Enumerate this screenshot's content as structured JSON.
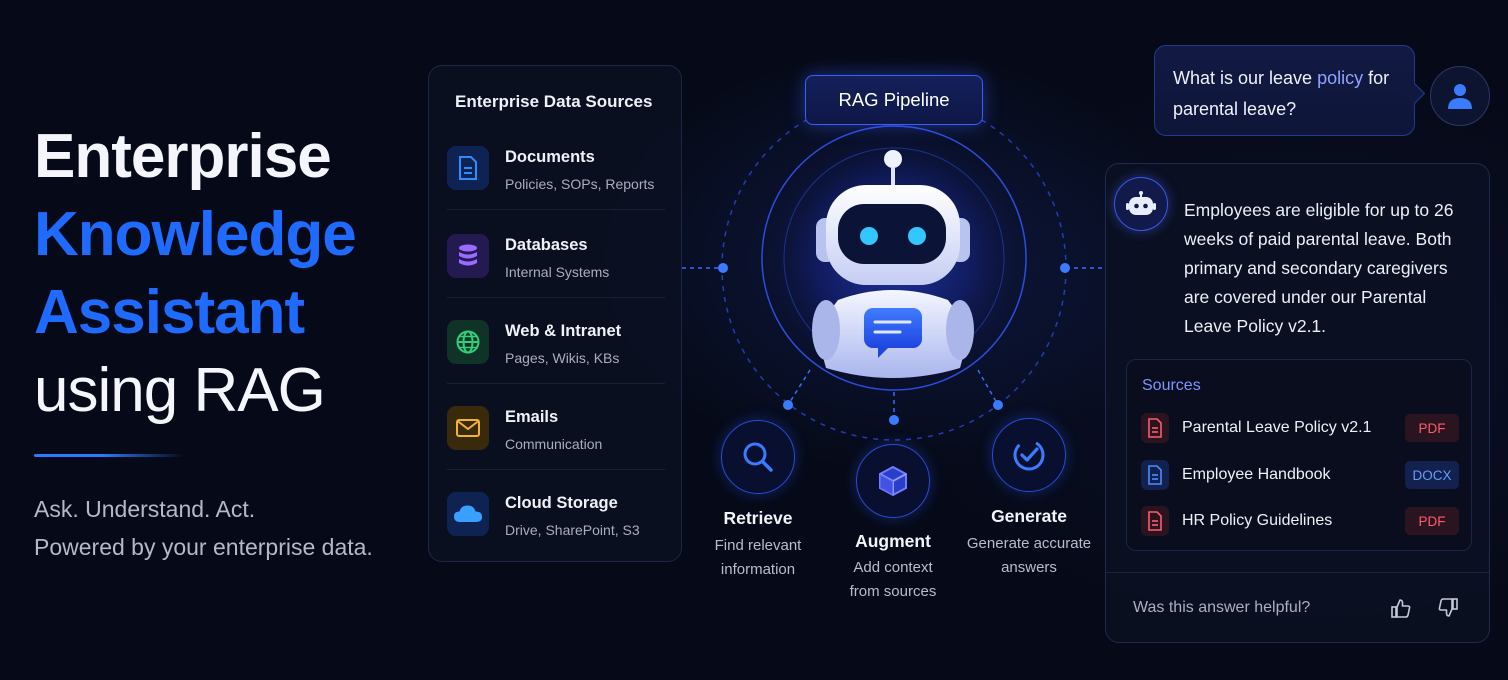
{
  "hero": {
    "line1": "Enterprise",
    "line2": "Knowledge",
    "line3": "Assistant",
    "line4": "using RAG",
    "tagline1": "Ask. Understand. Act.",
    "tagline2": "Powered by your enterprise data.",
    "accent": "#1f6bff"
  },
  "sources": {
    "title": "Enterprise Data Sources",
    "items": [
      {
        "name": "Documents",
        "sub": "Policies, SOPs, Reports",
        "icon": "document-icon",
        "color": "#2f8bff"
      },
      {
        "name": "Databases",
        "sub": "Internal Systems",
        "icon": "database-icon",
        "color": "#9b6bff"
      },
      {
        "name": "Web & Intranet",
        "sub": "Pages, Wikis, KBs",
        "icon": "globe-icon",
        "color": "#2fd07a"
      },
      {
        "name": "Emails",
        "sub": "Communication",
        "icon": "mail-icon",
        "color": "#f2b233"
      },
      {
        "name": "Cloud Storage",
        "sub": "Drive, SharePoint, S3",
        "icon": "cloud-icon",
        "color": "#3aa0ff"
      }
    ]
  },
  "pipeline": {
    "label": "RAG Pipeline",
    "steps": [
      {
        "title": "Retrieve",
        "desc1": "Find relevant",
        "desc2": "information",
        "icon": "magnifier-icon"
      },
      {
        "title": "Augment",
        "desc1": "Add context",
        "desc2": "from sources",
        "icon": "cube-icon"
      },
      {
        "title": "Generate",
        "desc1": "Generate accurate",
        "desc2": "answers",
        "icon": "check-circle-icon"
      }
    ]
  },
  "chat": {
    "question_a": "What is our leave ",
    "question_b": "policy",
    "question_c": " for parental leave?",
    "answer": "Employees are eligible for up to 26 weeks of paid parental leave. Both primary and secondary caregivers are covered under our Parental Leave Policy v2.1.",
    "sources_label": "Sources",
    "documents": [
      {
        "name": "Parental Leave Policy v2.1",
        "type": "PDF"
      },
      {
        "name": "Employee Handbook",
        "type": "DOCX"
      },
      {
        "name": "HR Policy Guidelines",
        "type": "PDF"
      }
    ],
    "feedback_question": "Was this answer helpful?"
  }
}
